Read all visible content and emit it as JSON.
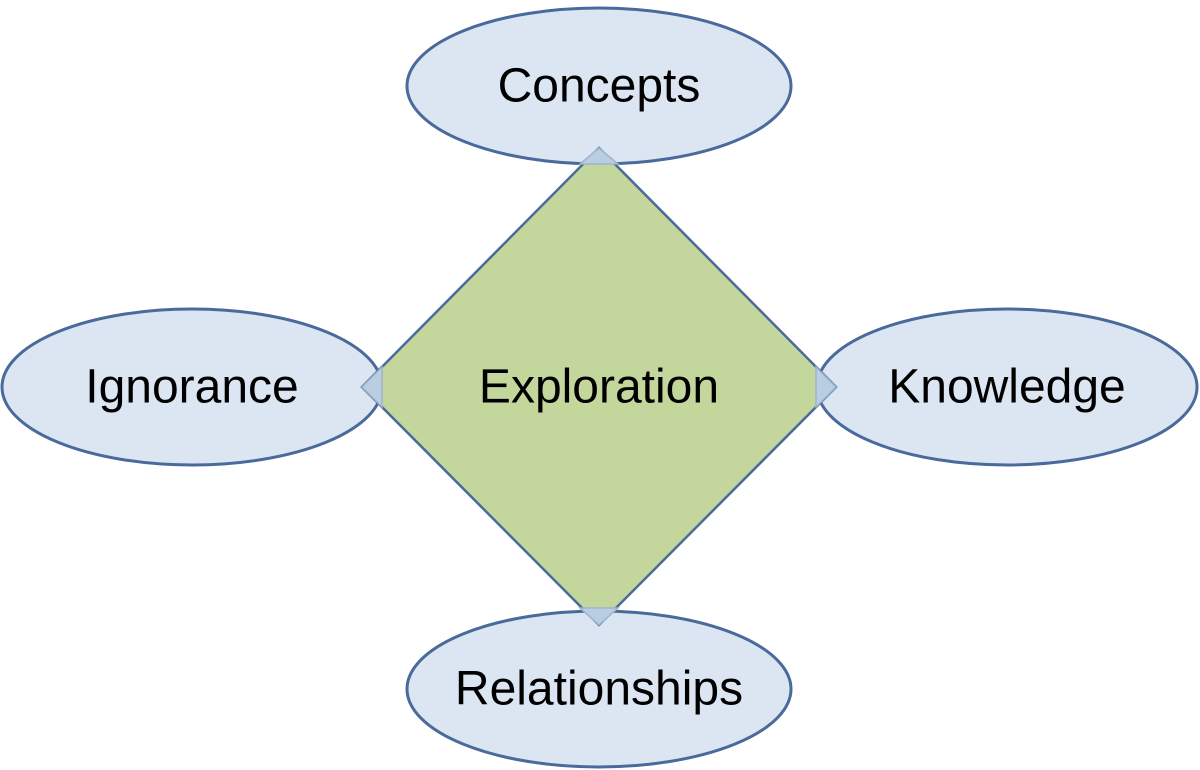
{
  "diagram": {
    "center": {
      "label": "Exploration"
    },
    "nodes": {
      "top": {
        "label": "Concepts"
      },
      "left": {
        "label": "Ignorance"
      },
      "right": {
        "label": "Knowledge"
      },
      "bottom": {
        "label": "Relationships"
      }
    }
  },
  "colors": {
    "ellipse_fill": "#DCE6F2",
    "ellipse_stroke": "#4A6A9C",
    "diamond_fill": "#C3D69B",
    "diamond_stroke": "#4A6A9C",
    "overlap_fill": "#B9CFE1"
  }
}
